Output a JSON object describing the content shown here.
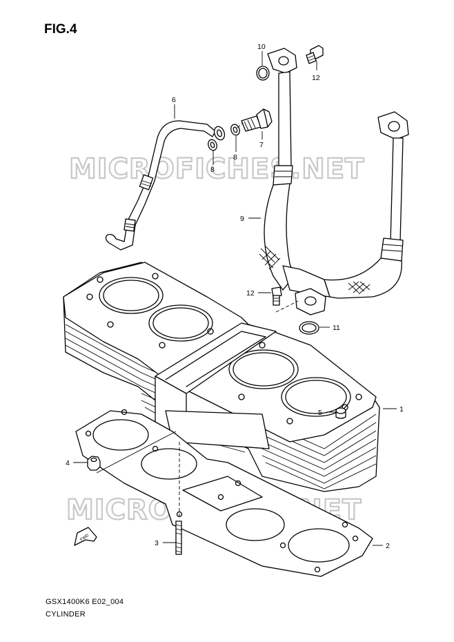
{
  "figure": {
    "title": "FIG.4",
    "code": "GSX1400K6 E02_004",
    "name": "CYLINDER",
    "watermark": "MICROFICHES.NET"
  },
  "callouts": [
    "1",
    "2",
    "3",
    "4",
    "5",
    "6",
    "7",
    "8",
    "8",
    "9",
    "10",
    "11",
    "12",
    "12"
  ],
  "direction_tag": "FWD",
  "colors": {
    "line": "#000000",
    "watermark_outline": "#c8c8c8",
    "background": "#ffffff"
  }
}
